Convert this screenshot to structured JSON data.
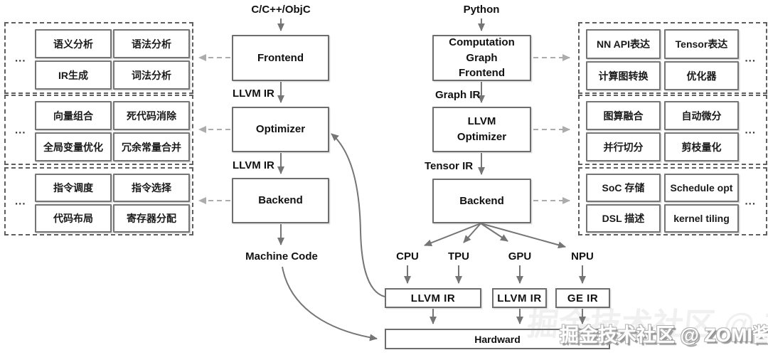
{
  "left_flow": {
    "input": "C/C++/ObjC",
    "stages": [
      "Frontend",
      "Optimizer",
      "Backend"
    ],
    "ir_labels": [
      "LLVM IR",
      "LLVM IR"
    ],
    "output": "Machine Code"
  },
  "right_flow": {
    "input": "Python",
    "stages": [
      "Computation Graph\nFrontend",
      "LLVM\nOptimizer",
      "Backend"
    ],
    "ir_labels": [
      "Graph IR",
      "Tensor IR"
    ],
    "targets": [
      "CPU",
      "TPU",
      "GPU",
      "NPU"
    ],
    "ir_boxes": [
      "LLVM IR",
      "LLVM IR",
      "GE IR"
    ],
    "hardware": "Hardward"
  },
  "left_groups": [
    {
      "more": "...",
      "items": [
        "语义分析",
        "语法分析",
        "IR生成",
        "词法分析"
      ]
    },
    {
      "more": "...",
      "items": [
        "向量组合",
        "死代码消除",
        "全局变量优化",
        "冗余常量合并"
      ]
    },
    {
      "more": "...",
      "items": [
        "指令调度",
        "指令选择",
        "代码布局",
        "寄存器分配"
      ]
    }
  ],
  "right_groups": [
    {
      "more": "...",
      "items": [
        "NN API表达",
        "Tensor表达",
        "计算图转换",
        "优化器"
      ]
    },
    {
      "more": "...",
      "items": [
        "图算融合",
        "自动微分",
        "并行切分",
        "剪枝量化"
      ]
    },
    {
      "more": "...",
      "items": [
        "SoC 存储",
        "Schedule opt",
        "DSL 描述",
        "kernel tiling"
      ]
    }
  ],
  "watermark": {
    "text": "掘金技术社区 @ ZOMI酱"
  },
  "colors": {
    "arrow": "#757575",
    "dashed_arrow": "#acacac",
    "box_border": "#6d6d6d",
    "group_border": "#5f5f5f",
    "text": "#1a1a1a",
    "background": "#ffffff"
  }
}
